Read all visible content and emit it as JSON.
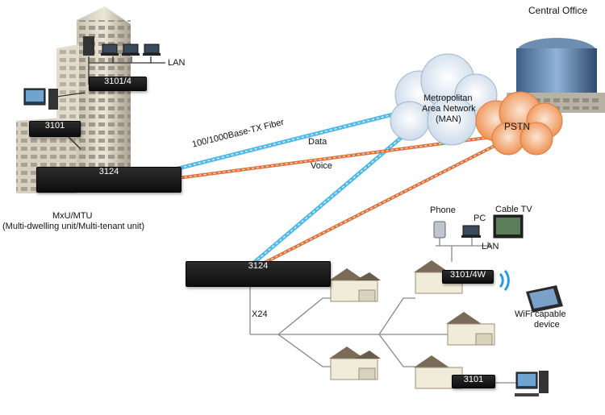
{
  "labels": {
    "central_office": "Central Office",
    "man": [
      "Metropolitan",
      "Area Network",
      "(MAN)"
    ],
    "pstn": "PSTN",
    "fiber": "100/1000Base-TX Fiber",
    "data": "Data",
    "voice": "Voice",
    "lan_top": "LAN",
    "lan_bottom": "LAN",
    "mxu": [
      "MxU/MTU",
      "(Multi-dwelling unit/Multi-tenant unit)"
    ],
    "phone": "Phone",
    "pc": "PC",
    "cable_tv": "Cable TV",
    "wifi": [
      "WiFi capable",
      "device"
    ],
    "x24": "X24"
  },
  "devices": {
    "mtu_switch": "3124",
    "field_switch": "3124",
    "router_3101_4": "3101/4",
    "modem_3101_left": "3101",
    "router_3101_4w": "3101/4W",
    "modem_3101_right": "3101"
  },
  "colors": {
    "fiber_blue": "#4fb8e8",
    "voice_orange": "#e0703a",
    "cloud": "#dfe9f3",
    "pstn": "#f29a5b"
  }
}
